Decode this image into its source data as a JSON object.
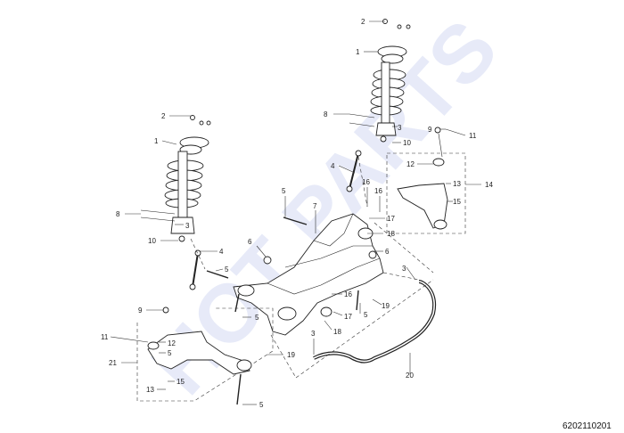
{
  "watermark": "HOT PARTS",
  "catalog_number": "6202110201",
  "callouts": {
    "n1": "1",
    "n2": "2",
    "n3": "3",
    "n4": "4",
    "n5": "5",
    "n6": "6",
    "n7": "7",
    "n8": "8",
    "n9": "9",
    "n10": "10",
    "n11": "11",
    "n12": "12",
    "n13": "13",
    "n14": "14",
    "n15": "15",
    "n16": "16",
    "n17": "17",
    "n18": "18",
    "n19": "19",
    "n20": "20",
    "n21": "21"
  }
}
